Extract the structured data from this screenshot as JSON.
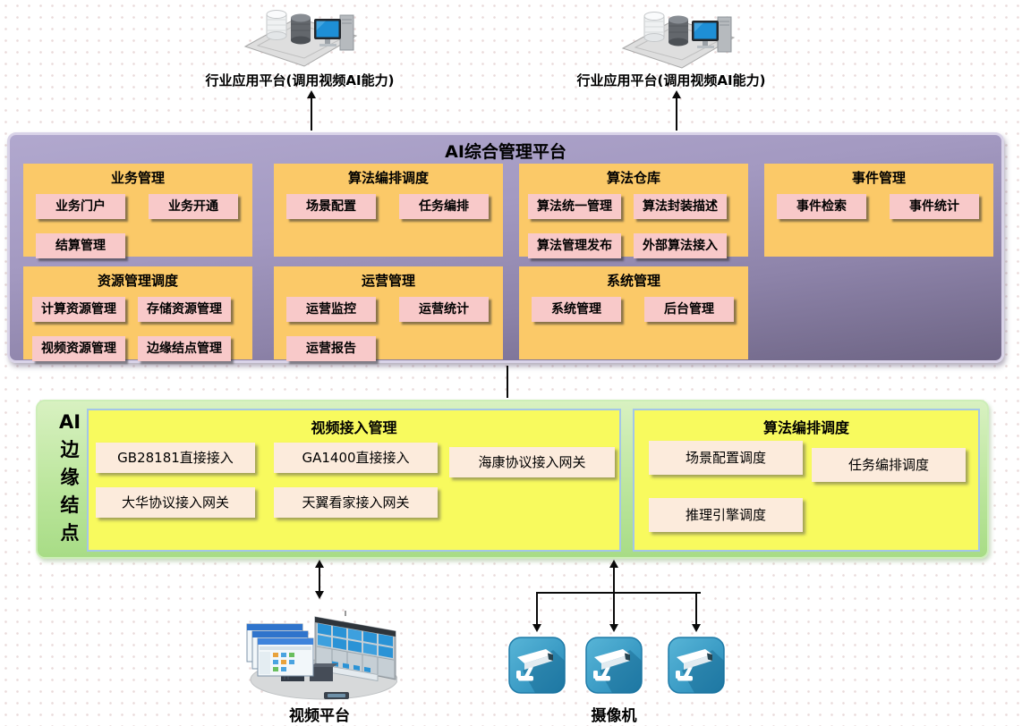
{
  "colors": {
    "panel_purple_top": "#b1a8ce",
    "panel_purple_bottom": "#6d6484",
    "module_orange": "#fbc968",
    "item_pink": "#f8c9c9",
    "edge_green": "#bce69d",
    "section_yellow": "#f8fa5e",
    "section_border_blue": "#a3c6e8",
    "item_cream": "#fcebdc",
    "camera_blue": "#2d9fd1"
  },
  "top_platforms": [
    {
      "label": "行业应用平台(调用视频AI能力)"
    },
    {
      "label": "行业应用平台(调用视频AI能力)"
    }
  ],
  "management_platform": {
    "title": "AI综合管理平台",
    "modules": [
      {
        "name": "业务管理",
        "items": [
          "业务门户",
          "业务开通",
          "结算管理"
        ]
      },
      {
        "name": "算法编排调度",
        "items": [
          "场景配置",
          "任务编排"
        ]
      },
      {
        "name": "算法仓库",
        "items": [
          "算法统一管理",
          "算法封装描述",
          "算法管理发布",
          "外部算法接入"
        ]
      },
      {
        "name": "事件管理",
        "items": [
          "事件检索",
          "事件统计"
        ]
      },
      {
        "name": "资源管理调度",
        "items": [
          "计算资源管理",
          "存储资源管理",
          "视频资源管理",
          "边缘结点管理"
        ]
      },
      {
        "name": "运营管理",
        "items": [
          "运营监控",
          "运营统计",
          "运营报告"
        ]
      },
      {
        "name": "系统管理",
        "items": [
          "系统管理",
          "后台管理"
        ]
      }
    ]
  },
  "edge_node": {
    "label": "AI边缘结点",
    "label_chars": [
      "AI",
      "边",
      "缘",
      "结",
      "点"
    ],
    "sections": [
      {
        "name": "视频接入管理",
        "items": [
          "GB28181直接接入",
          "GA1400直接接入",
          "海康协议接入网关",
          "大华协议接入网关",
          "天翼看家接入网关"
        ]
      },
      {
        "name": "算法编排调度",
        "items": [
          "场景配置调度",
          "任务编排调度",
          "推理引擎调度"
        ]
      }
    ]
  },
  "bottom": {
    "video_platform_label": "视频平台",
    "camera_label": "摄像机"
  }
}
